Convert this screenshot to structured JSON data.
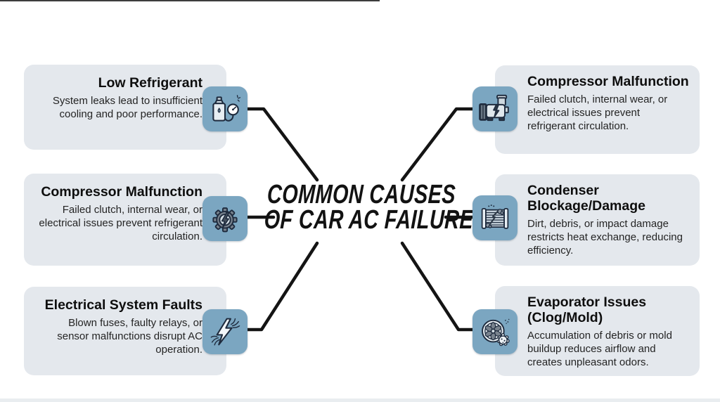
{
  "page_title": "Common Causes of Car AC Failure infographic",
  "center_title": {
    "line1": "COMMON CAUSES",
    "line2": "OF CAR AC FAILURE"
  },
  "colors": {
    "background": "#ffffff",
    "card_bg": "#e4e8ed",
    "icon_bg": "#7ba6c1",
    "connector": "#141414",
    "heading_text": "#0e0e0e",
    "body_text": "#242424"
  },
  "left_items": [
    {
      "heading": "Low Refrigerant",
      "body": "System leaks lead to insufficient cooling and poor performance.",
      "icon": "refrigerant-can-gauge-icon"
    },
    {
      "heading": "Compressor Malfunction",
      "body": "Failed clutch, internal wear, or electrical issues prevent refrigerant circulation.",
      "icon": "gear-lightning-icon"
    },
    {
      "heading": "Electrical System Faults",
      "body": "Blown fuses, faulty relays, or sensor malfunctions disrupt AC operation.",
      "icon": "broken-wire-lightning-icon"
    }
  ],
  "right_items": [
    {
      "heading": "Compressor Malfunction",
      "body": "Failed clutch, internal wear, or electrical issues prevent refrigerant circulation.",
      "icon": "cracked-compressor-icon"
    },
    {
      "heading": "Condenser Blockage/Damage",
      "body": "Dirt, debris, or impact damage restricts heat exchange, reducing efficiency.",
      "icon": "condenser-radiator-icon"
    },
    {
      "heading": "Evaporator Issues (Clog/Mold)",
      "body": "Accumulation of debris or mold buildup reduces airflow and creates unpleasant odors.",
      "icon": "evaporator-fan-mold-icon"
    }
  ]
}
